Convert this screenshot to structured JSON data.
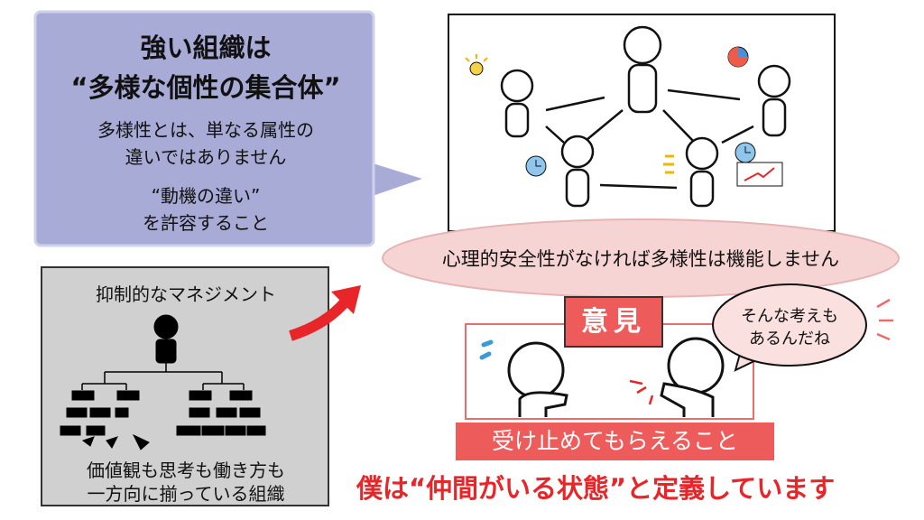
{
  "left_panel": {
    "title_lines": [
      "強い組織は",
      "“多様な個性の集合体”"
    ],
    "body_lines": [
      "多様性とは、単なる属性の",
      "違いではありません"
    ],
    "motive_lines": [
      "“動機の違い”",
      "を許容すること"
    ]
  },
  "suppressive_panel": {
    "title": "抑制的なマネジメント",
    "caption_lines": [
      "価値観も思考も働き方も",
      "一方向に揃っている組織"
    ]
  },
  "right_panel": {
    "psych_safety_text": "心理的安全性がなければ多様性は機能しません",
    "opinion_label": "意見",
    "speech_lines": [
      "そんな考えも",
      "あるんだね"
    ],
    "banner_text": "受け止めてもらえること"
  },
  "conclusion": "僕は“仲間がいる状態”と定義しています",
  "colors": {
    "purple": "#a9abd7",
    "gray": "#d0d0d0",
    "pink": "#f7d4d4",
    "red": "#ee5b5b",
    "conclusion_red": "#e8262a"
  }
}
